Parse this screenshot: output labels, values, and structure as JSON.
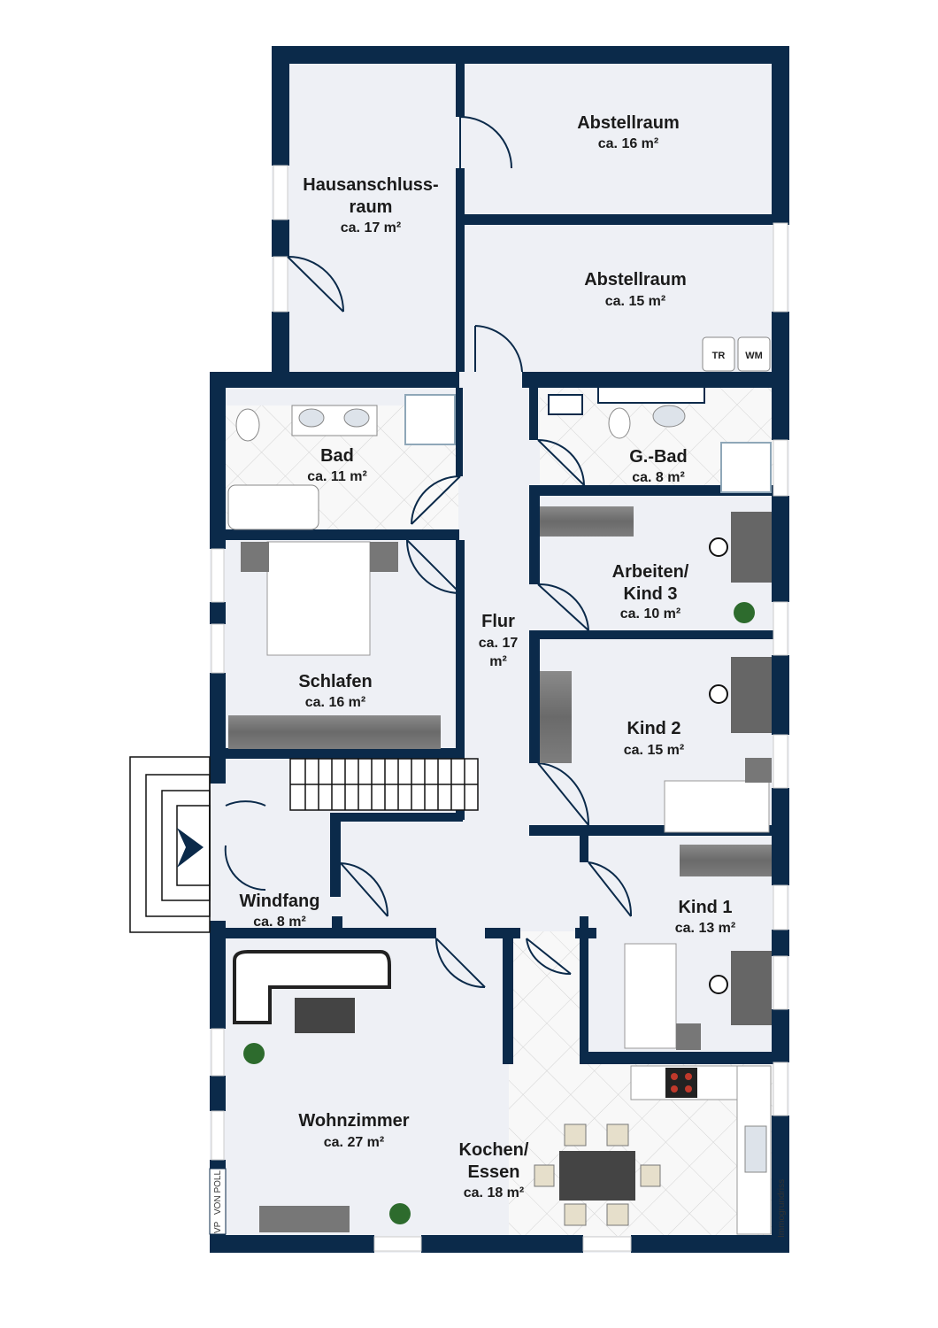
{
  "colors": {
    "wall": "#0b2a4a",
    "floor": "#eef0f5",
    "tile": "#f7f7f7",
    "furniture_dark": "#555555",
    "wood": "#6f6f6f"
  },
  "rooms": {
    "hausanschluss": {
      "name_line1": "Hausanschluss-",
      "name_line2": "raum",
      "area": "ca. 17 m²"
    },
    "abstell1": {
      "name": "Abstellraum",
      "area": "ca. 16 m²"
    },
    "abstell2": {
      "name": "Abstellraum",
      "area": "ca. 15 m²"
    },
    "bad": {
      "name": "Bad",
      "area": "ca. 11 m²"
    },
    "gbad": {
      "name": "G.-Bad",
      "area": "ca. 8 m²"
    },
    "arbeiten": {
      "name_line1": "Arbeiten/",
      "name_line2": "Kind 3",
      "area": "ca. 10 m²"
    },
    "flur": {
      "name": "Flur",
      "area_line1": "ca. 17",
      "area_line2": "m²"
    },
    "schlafen": {
      "name": "Schlafen",
      "area": "ca. 16 m²"
    },
    "kind2": {
      "name": "Kind 2",
      "area": "ca. 15 m²"
    },
    "kind1": {
      "name": "Kind 1",
      "area": "ca. 13 m²"
    },
    "windfang": {
      "name": "Windfang",
      "area": "ca. 8 m²"
    },
    "wohnzimmer": {
      "name": "Wohnzimmer",
      "area": "ca. 27 m²"
    },
    "kochen": {
      "name_line1": "Kochen/",
      "name_line2": "Essen",
      "area": "ca. 18 m²"
    }
  },
  "appliances": {
    "dryer": "TR",
    "washer": "WM"
  },
  "watermark": {
    "text": "Immogrundriss"
  },
  "logo": {
    "initials": "VP",
    "text": "VON POLL"
  },
  "icons": [
    "entrance-arrow-icon",
    "plant-icon",
    "sink-icon",
    "stove-icon",
    "toilet-icon",
    "shower-icon",
    "bathtub-icon",
    "bed-icon",
    "desk-icon",
    "chair-icon",
    "sofa-icon",
    "dining-table-icon"
  ]
}
